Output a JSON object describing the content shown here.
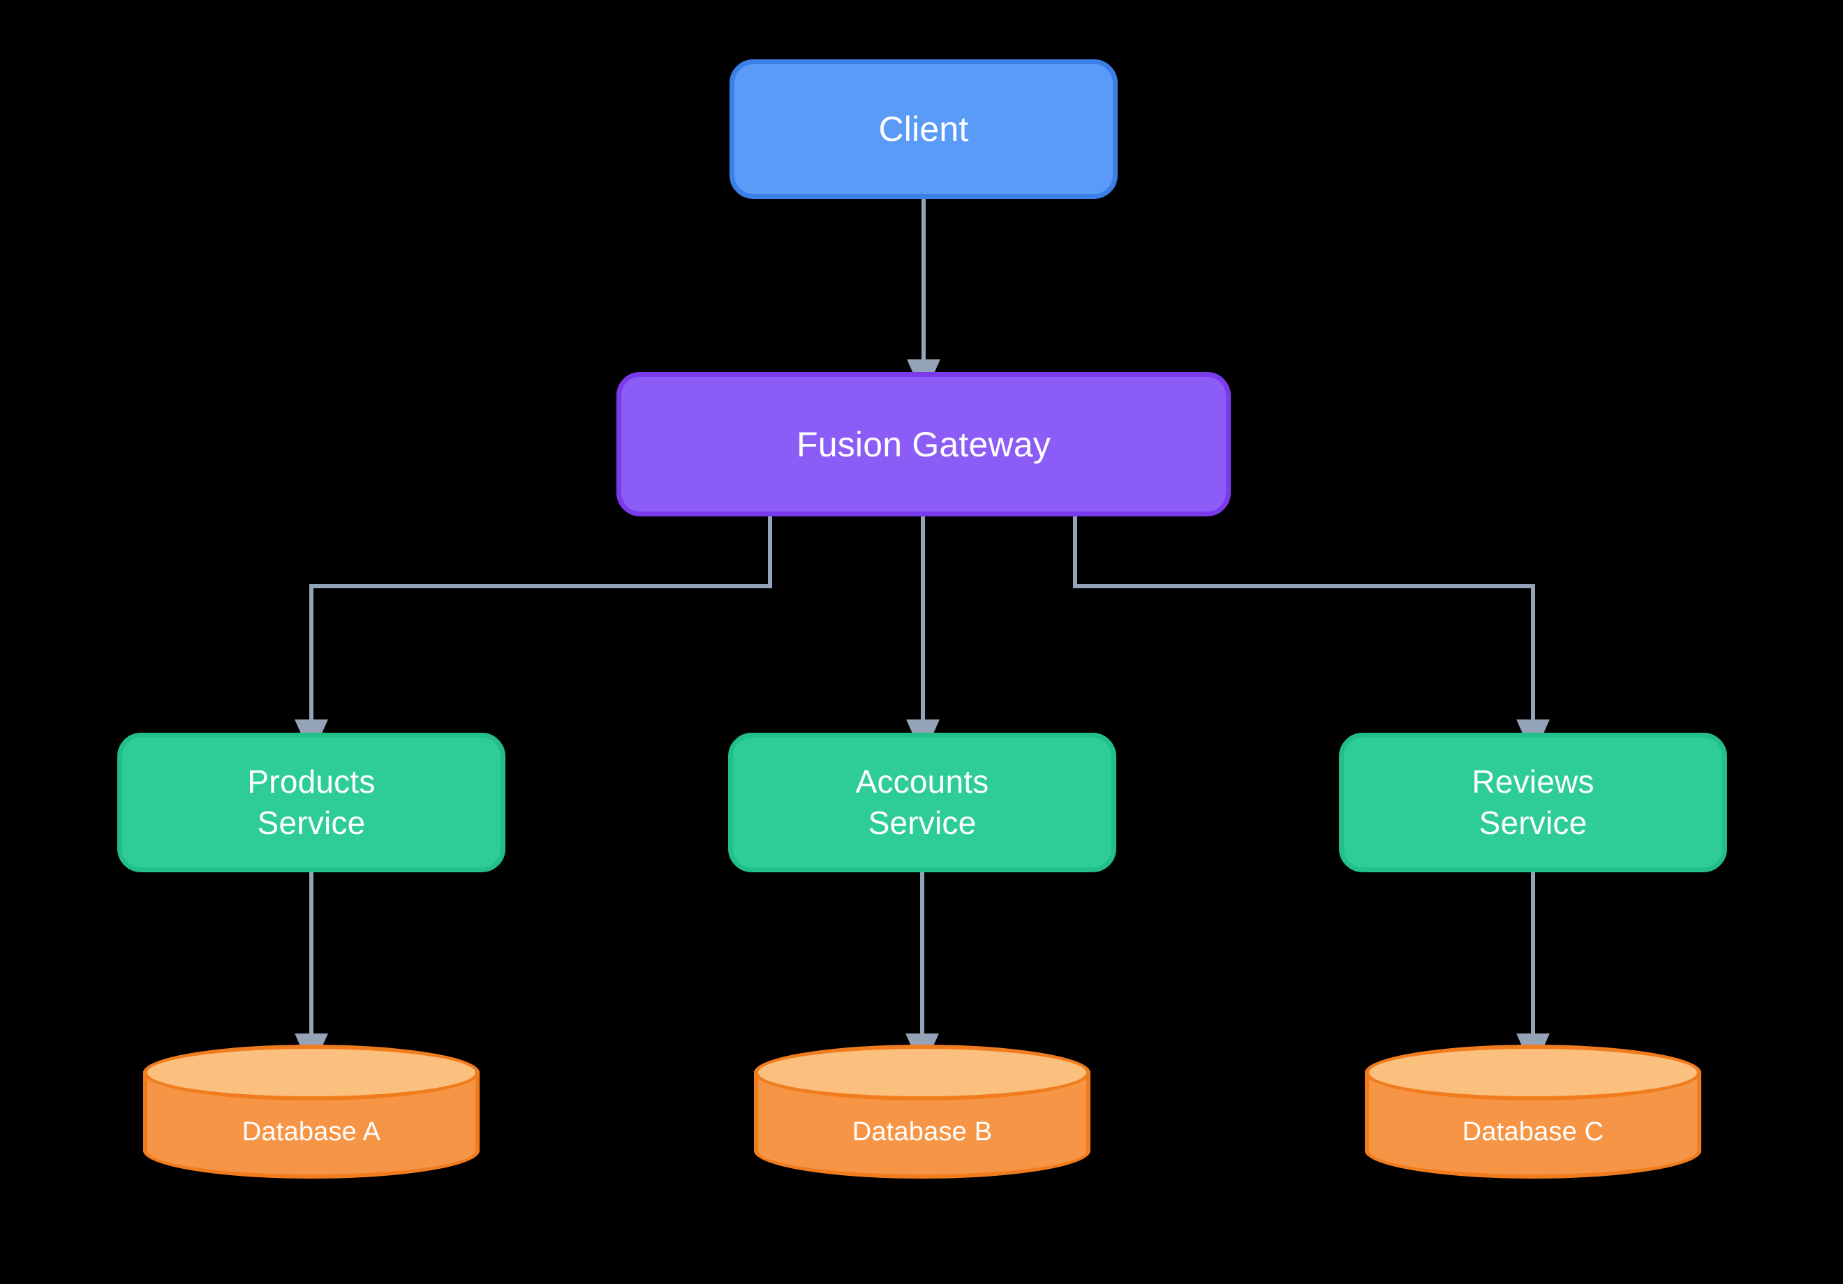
{
  "diagram": {
    "title": "Fusion Gateway microservices architecture",
    "background_color": "#000000",
    "edge_color": "#94A3B8",
    "nodes": {
      "client": {
        "label": "Client",
        "shape": "rounded-rect",
        "fill": "#5B9BF8",
        "stroke": "#3B7FE8"
      },
      "gateway": {
        "label": "Fusion Gateway",
        "shape": "rounded-rect",
        "fill": "#8B5CF6",
        "stroke": "#7C3AED"
      },
      "services": [
        {
          "label": "Products\nService",
          "shape": "rounded-rect",
          "fill": "#2ECC99",
          "stroke": "#22BF88"
        },
        {
          "label": "Accounts\nService",
          "shape": "rounded-rect",
          "fill": "#2ECC99",
          "stroke": "#22BF88"
        },
        {
          "label": "Reviews\nService",
          "shape": "rounded-rect",
          "fill": "#2ECC99",
          "stroke": "#22BF88"
        }
      ],
      "databases": [
        {
          "label": "Database A",
          "shape": "cylinder",
          "fill": "#F79546",
          "top_fill": "#FBBF7E",
          "stroke": "#F07C1E"
        },
        {
          "label": "Database B",
          "shape": "cylinder",
          "fill": "#F79546",
          "top_fill": "#FBBF7E",
          "stroke": "#F07C1E"
        },
        {
          "label": "Database C",
          "shape": "cylinder",
          "fill": "#F79546",
          "top_fill": "#FBBF7E",
          "stroke": "#F07C1E"
        }
      ]
    },
    "edges": [
      {
        "from": "Client",
        "to": "Fusion Gateway",
        "style": "straight-arrow"
      },
      {
        "from": "Fusion Gateway",
        "to": "Products Service",
        "style": "elbow-arrow"
      },
      {
        "from": "Fusion Gateway",
        "to": "Accounts Service",
        "style": "straight-arrow"
      },
      {
        "from": "Fusion Gateway",
        "to": "Reviews Service",
        "style": "elbow-arrow"
      },
      {
        "from": "Products Service",
        "to": "Database A",
        "style": "straight-arrow"
      },
      {
        "from": "Accounts Service",
        "to": "Database B",
        "style": "straight-arrow"
      },
      {
        "from": "Reviews Service",
        "to": "Database C",
        "style": "straight-arrow"
      }
    ]
  }
}
